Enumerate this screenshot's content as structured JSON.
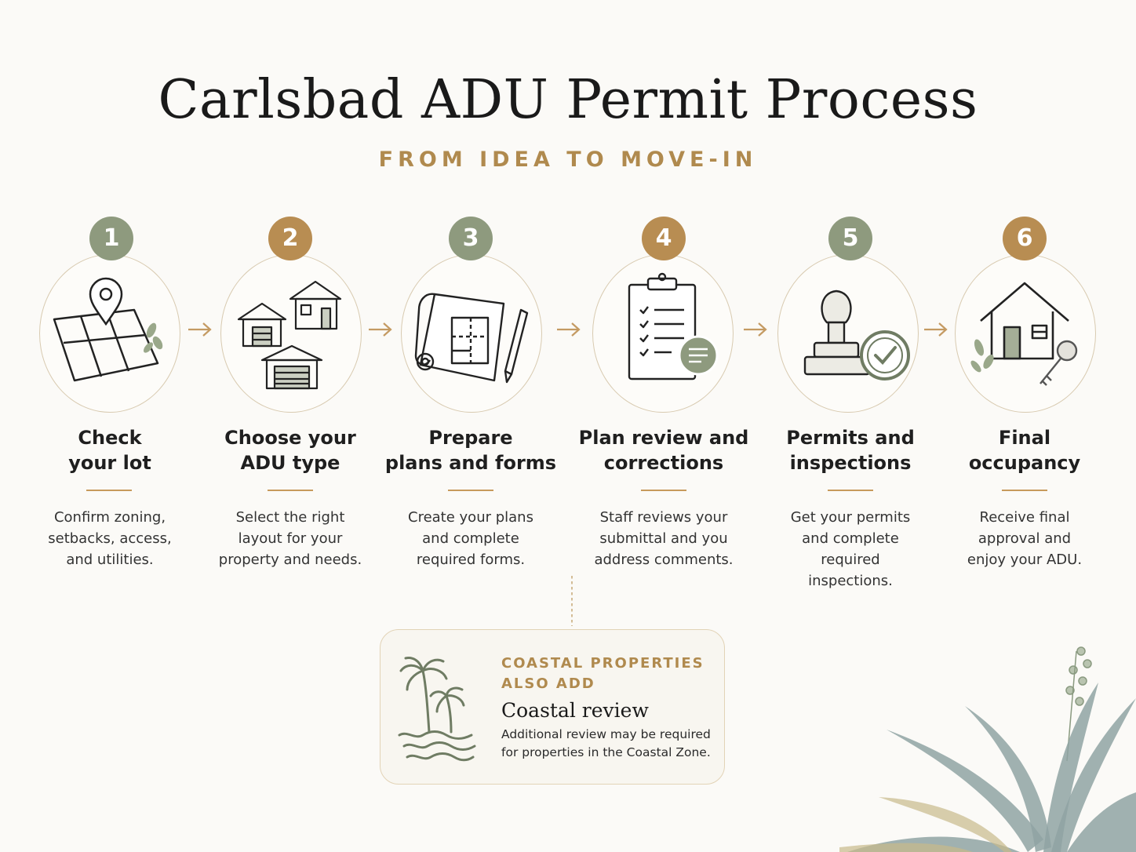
{
  "header": {
    "title": "Carlsbad ADU Permit Process",
    "subtitle": "FROM IDEA TO MOVE-IN"
  },
  "steps": [
    {
      "number": "1",
      "title": "Check\nyour lot",
      "description": "Confirm zoning,\nsetbacks, access,\nand utilities.",
      "badge_color": "#8e9a7e",
      "icon": "map-pin-lot-icon"
    },
    {
      "number": "2",
      "title": "Choose your\nADU type",
      "description": "Select the right\nlayout for your\nproperty and needs.",
      "badge_color": "#b88d52",
      "icon": "houses-garage-icon"
    },
    {
      "number": "3",
      "title": "Prepare\nplans and forms",
      "description": "Create your plans\nand complete\nrequired forms.",
      "badge_color": "#8e9a7e",
      "icon": "blueprint-pencil-icon"
    },
    {
      "number": "4",
      "title": "Plan review and\ncorrections",
      "description": "Staff reviews your\nsubmittal and you\naddress comments.",
      "badge_color": "#b88d52",
      "icon": "clipboard-checklist-icon"
    },
    {
      "number": "5",
      "title": "Permits and\ninspections",
      "description": "Get your permits\nand complete\nrequired\ninspections.",
      "badge_color": "#8e9a7e",
      "icon": "stamp-approved-icon"
    },
    {
      "number": "6",
      "title": "Final\noccupancy",
      "description": "Receive final\napproval and\nenjoy your ADU.",
      "badge_color": "#b88d52",
      "icon": "house-key-icon"
    }
  ],
  "coastal": {
    "eyebrow": "COASTAL PROPERTIES ALSO ADD",
    "heading": "Coastal review",
    "text": "Additional review may be required for properties in the Coastal Zone.",
    "icon": "palm-tree-waves-icon"
  },
  "colors": {
    "green": "#8e9a7e",
    "gold": "#b88d52",
    "background": "#fbfaf7"
  }
}
